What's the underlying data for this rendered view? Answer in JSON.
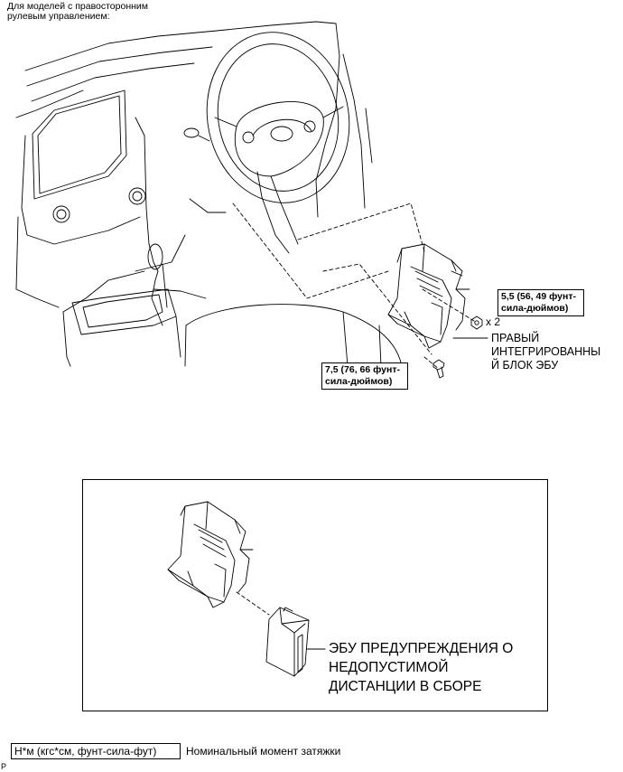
{
  "caption": {
    "line1": "Для моделей с правосторонним",
    "line2": "рулевым управлением:"
  },
  "torque_nut": {
    "line1": "5,5 (56, 49 фунт-",
    "line2": "сила-дюймов)",
    "qty": "x 2"
  },
  "torque_bolt": {
    "line1": "7,5 (76, 66 фунт-",
    "line2": "сила-дюймов)"
  },
  "part_ecu": {
    "line1": "ПРАВЫЙ",
    "line2": "ИНТЕГРИРОВАННЫ",
    "line3": "Й БЛОК ЭБУ"
  },
  "part_clearance": {
    "line1": "ЭБУ ПРЕДУПРЕЖДЕНИЯ О",
    "line2": "НЕДОПУСТИМОЙ",
    "line3": "ДИСТАНЦИИ В СБОРЕ"
  },
  "legend": {
    "unit": "Н*м (кгс*см, фунт-сила-фут)",
    "meaning": "Номинальный момент затяжки"
  },
  "page_mark": "P"
}
